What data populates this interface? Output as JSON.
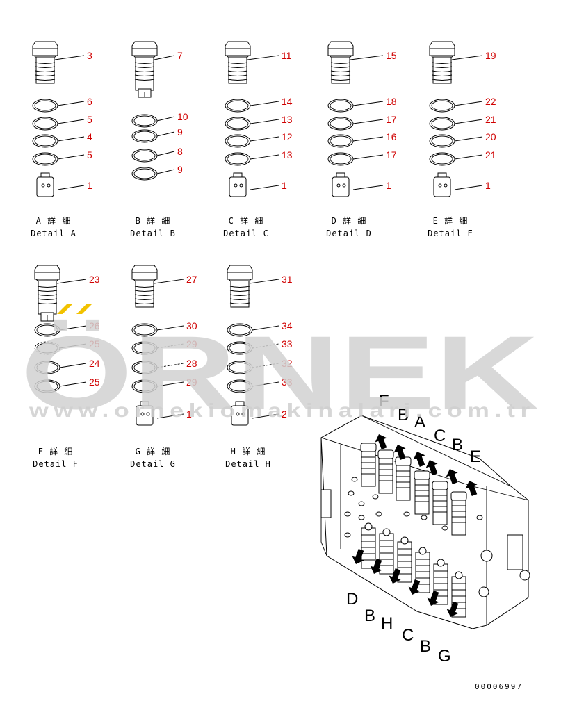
{
  "details": [
    {
      "id": "A",
      "caption_jp": "A 詳 細",
      "caption_en": "Detail A",
      "labels": [
        "3",
        "6",
        "5",
        "4",
        "5",
        "1"
      ]
    },
    {
      "id": "B",
      "caption_jp": "B 詳 細",
      "caption_en": "Detail B",
      "labels": [
        "7",
        "10",
        "9",
        "8",
        "9"
      ]
    },
    {
      "id": "C",
      "caption_jp": "C 詳 細",
      "caption_en": "Detail C",
      "labels": [
        "11",
        "14",
        "13",
        "12",
        "13",
        "1"
      ]
    },
    {
      "id": "D",
      "caption_jp": "D 詳 細",
      "caption_en": "Detail D",
      "labels": [
        "15",
        "18",
        "17",
        "16",
        "17",
        "1"
      ]
    },
    {
      "id": "E",
      "caption_jp": "E 詳 細",
      "caption_en": "Detail E",
      "labels": [
        "19",
        "22",
        "21",
        "20",
        "21",
        "1"
      ]
    },
    {
      "id": "F",
      "caption_jp": "F 詳 細",
      "caption_en": "Detail F",
      "labels": [
        "23",
        "26",
        "25",
        "24",
        "25"
      ]
    },
    {
      "id": "G",
      "caption_jp": "G 詳 細",
      "caption_en": "Detail G",
      "labels": [
        "27",
        "30",
        "29",
        "28",
        "29",
        "1"
      ]
    },
    {
      "id": "H",
      "caption_jp": "H 詳 細",
      "caption_en": "Detail H",
      "labels": [
        "31",
        "34",
        "33",
        "32",
        "33",
        "2"
      ]
    }
  ],
  "top_view_letters": [
    "F",
    "B",
    "A",
    "C",
    "B",
    "E"
  ],
  "bottom_view_letters": [
    "D",
    "B",
    "H",
    "C",
    "B",
    "G"
  ],
  "watermark": {
    "main": "ÖRNEK",
    "url": "www.ornekiomakinalari.com.tr"
  },
  "drawing_code": "00006997",
  "colors": {
    "callout": "#d00000",
    "line": "#000000",
    "watermark": "#d2d2d2",
    "accent": "#f2c200"
  }
}
